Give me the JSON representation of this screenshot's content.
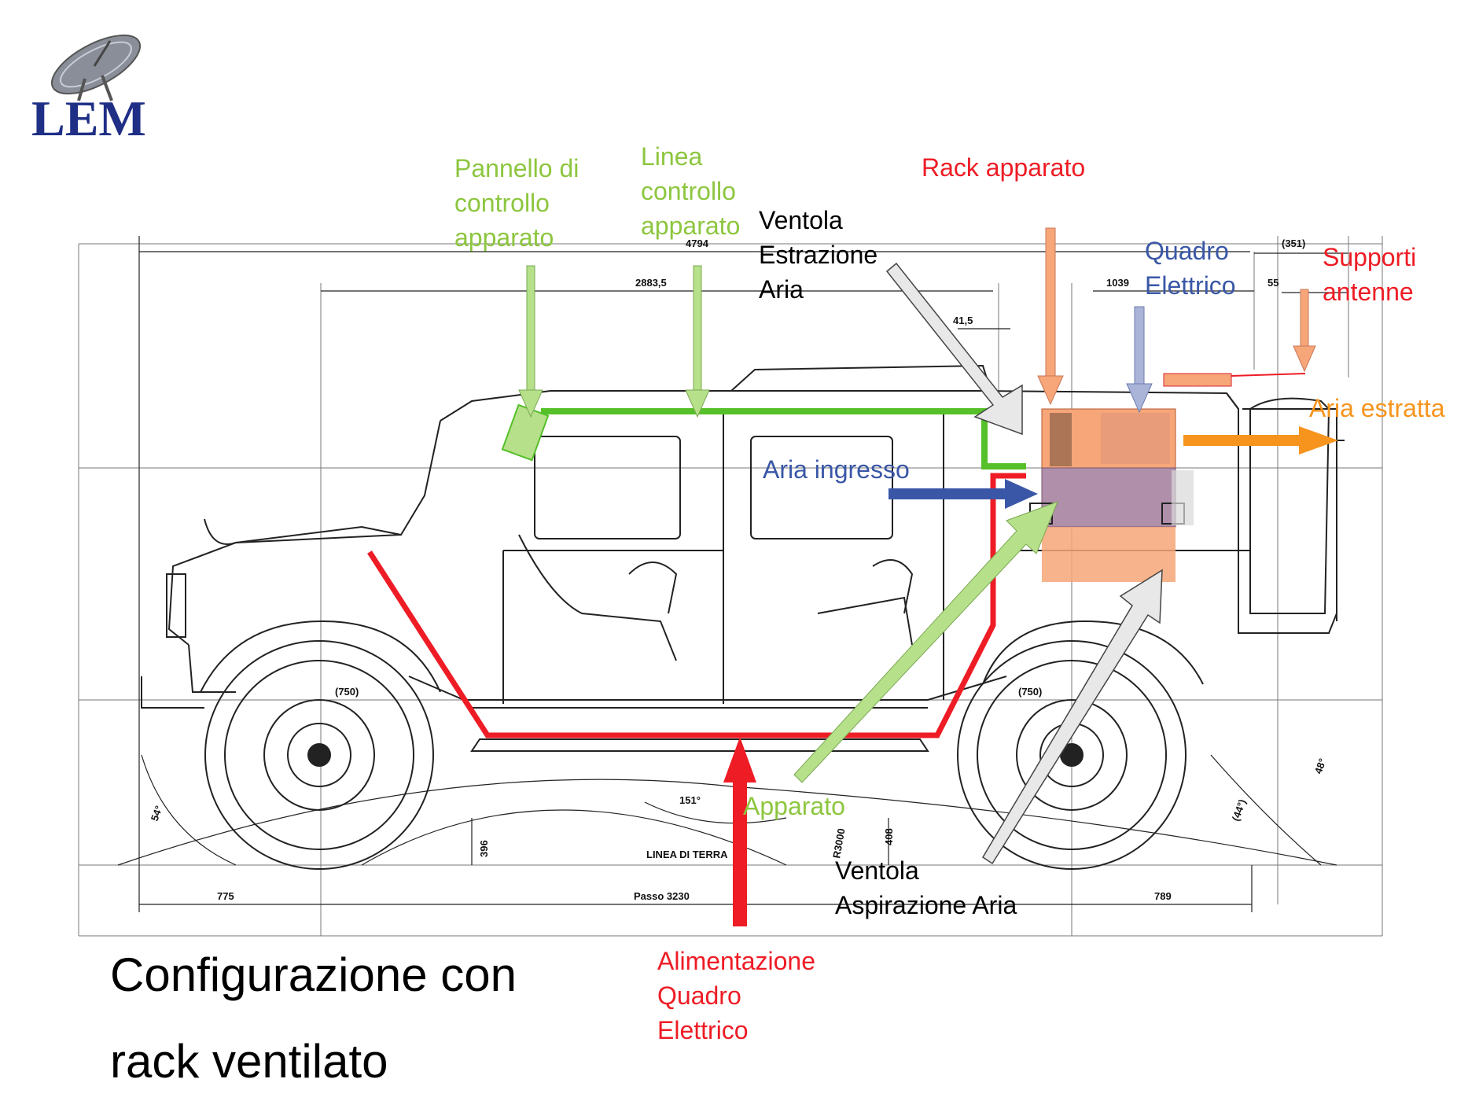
{
  "logo": {
    "text": "LEM",
    "icon": "satellite-dish-icon"
  },
  "colors": {
    "green": "#8dc63f",
    "red": "#ee1c25",
    "blue": "#3a57a7",
    "orange": "#f7941d",
    "black": "#000000",
    "rack_orange": "#f6a678",
    "rack_purple": "#b08faa",
    "green_pipe": "#55c02a",
    "red_pipe": "#ee1c25"
  },
  "labels": {
    "pannello": [
      "Pannello di",
      "controllo",
      "apparato"
    ],
    "linea": [
      "Linea",
      "controllo",
      "apparato"
    ],
    "ventola_estrazione": [
      "Ventola",
      "Estrazione",
      "Aria"
    ],
    "rack": "Rack apparato",
    "quadro": [
      "Quadro",
      "Elettrico"
    ],
    "supporti": [
      "Supporti",
      "antenne"
    ],
    "aria_estratta": "Aria estratta",
    "aria_ingresso": "Aria ingresso",
    "apparato": "Apparato",
    "ventola_aspirazione": [
      "Ventola",
      "Aspirazione Aria"
    ],
    "alimentazione": [
      "Alimentazione",
      "Quadro",
      "Elettrico"
    ]
  },
  "dimensions": {
    "d4794": "4794",
    "d2883": "2883,5",
    "d41": "41,5",
    "d1039": "1039",
    "d351": "(351)",
    "d55": "55",
    "d750a": "(750)",
    "d750b": "(750)",
    "d151": "151°",
    "d54": "54°",
    "d48": "48°",
    "d44": "(44°)",
    "d396": "396",
    "d408": "408",
    "r3000": "R3000",
    "linea_terra": "LINEA DI TERRA",
    "d775": "775",
    "passo": "Passo 3230",
    "d789": "789"
  },
  "title": [
    "Configurazione con",
    "rack ventilato"
  ]
}
